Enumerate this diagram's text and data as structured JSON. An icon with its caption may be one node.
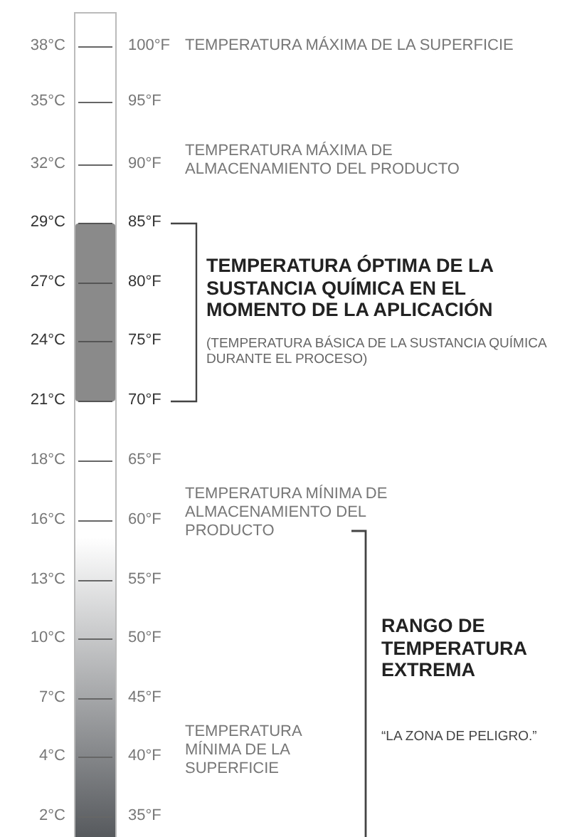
{
  "diagram": {
    "labels": [
      "38°C",
      "100°F",
      "TEMPERATURA MÁXIMA DE LA SUPERFICIE",
      "35°C",
      "95°F",
      "32°C",
      "90°F",
      "TEMPERATURA MÁXIMA DE ALMACENAMIENTO DEL PRODUCTO",
      "29°C",
      "85°F",
      "TEMPERATURA ÓPTIMA DE LA SUSTANCIA QUÍMICA EN EL MOMENTO DE LA APLICACIÓN",
      "27°C",
      "80°F",
      "24°C",
      "75°F",
      "(TEMPERATURA BÁSICA DE LA SUSTANCIA QUÍMICA DURANTE EL PROCESO)",
      "21°C",
      "70°F",
      "18°C",
      "65°F",
      "TEMPERATURA MÍNIMA DE ALMACENAMIENTO DEL PRODUCTO",
      "16°C",
      "60°F",
      "13°C",
      "55°F",
      "10°C",
      "50°F",
      "RANGO DE TEMPERATURA EXTREMA",
      "“LA ZONA DE PELIGRO.”",
      "7°C",
      "45°F",
      "TEMPERATURA MÍNIMA DE LA SUPERFICIE",
      "4°C",
      "40°F",
      "2°C",
      "35°F"
    ]
  }
}
